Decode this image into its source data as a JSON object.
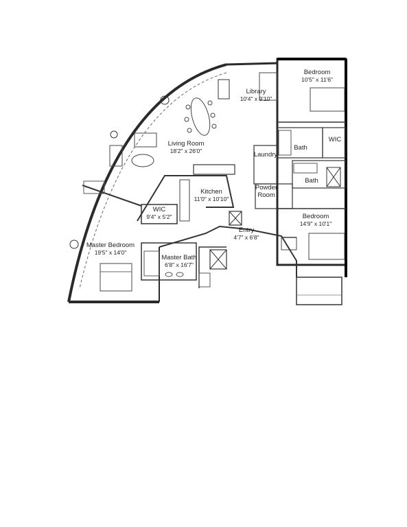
{
  "plan": {
    "rooms": [
      {
        "key": "bedroom2",
        "name": "Bedroom",
        "dims": "10'5\" x 11'6\""
      },
      {
        "key": "library",
        "name": "Library",
        "dims": "10'4\" x 9'10\""
      },
      {
        "key": "living",
        "name": "Living Room",
        "dims": "18'2\" x 26'0\""
      },
      {
        "key": "kitchen",
        "name": "Kitchen",
        "dims": "11'0\" x 10'10\""
      },
      {
        "key": "wic_master",
        "name": "WIC",
        "dims": "9'4\" x 5'2\""
      },
      {
        "key": "entry",
        "name": "Entry",
        "dims": "4'7\" x 6'8\""
      },
      {
        "key": "master_bed",
        "name": "Master Bedroom",
        "dims": "19'5\" x 14'0\""
      },
      {
        "key": "master_bath",
        "name": "Master Bath",
        "dims": "6'8\" x 16'7\""
      },
      {
        "key": "bedroom3",
        "name": "Bedroom",
        "dims": "14'9\" x 10'1\""
      },
      {
        "key": "laundry",
        "name": "Laundry",
        "dims": ""
      },
      {
        "key": "bath1",
        "name": "Bath",
        "dims": ""
      },
      {
        "key": "wic2",
        "name": "WIC",
        "dims": ""
      },
      {
        "key": "bath2",
        "name": "Bath",
        "dims": ""
      },
      {
        "key": "powder",
        "name": "Powder Room",
        "dims": ""
      }
    ]
  },
  "colors": {
    "wall": "#2a2a2a",
    "line": "#555555",
    "paper": "#ffffff"
  }
}
